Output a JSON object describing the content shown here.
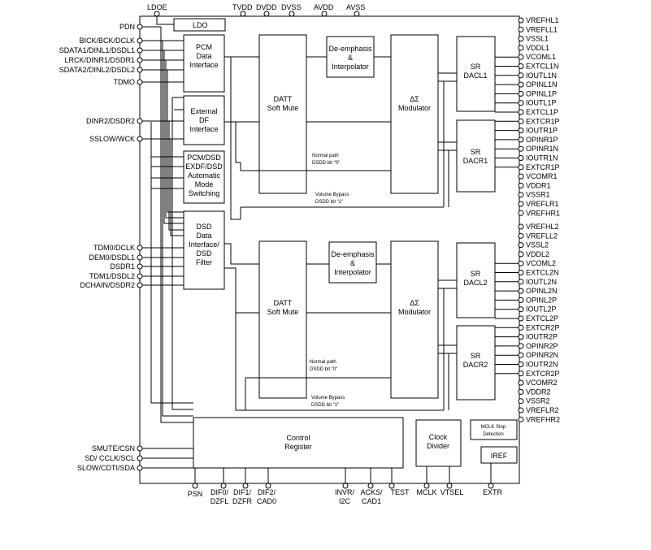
{
  "top_pins": [
    "LDOE",
    "TVDD",
    "DVDD",
    "DVSS",
    "AVDD",
    "AVSS"
  ],
  "left_pins": [
    "PDN",
    "BICK/BCK/DCLK",
    "SDATA1/DINL1/DSDL1",
    "LRCK/DINR1/DSDR1",
    "SDATA2/DINL2/DSDL2",
    "TDMO",
    "DINR2/DSDR2",
    "SSLOW/WCK",
    "TDM0/DCLK",
    "DEM0/DSDL1",
    "DSDR1",
    "TDM1/DSDL2",
    "DCHAIN/DSDR2",
    "SMUTE/CSN",
    "SD/ CCLK/SCL",
    "SLOW/CDTI/SDA"
  ],
  "right_pins_1": [
    "VREFHL1",
    "VREFLL1",
    "VSSL1",
    "VDDL1",
    "VCOML1",
    "EXTCL1N",
    "IOUTL1N",
    "OPINL1N",
    "OPINL1P",
    "IOUTL1P",
    "EXTCL1P",
    "EXTCR1P",
    "IOUTR1P",
    "OPINR1P",
    "OPINR1N",
    "IOUTR1N",
    "EXTCR1P",
    "VCOMR1",
    "VDDR1",
    "VSSR1",
    "VREFLR1",
    "VREFHR1"
  ],
  "right_pins_2": [
    "VREFHL2",
    "VREFLL2",
    "VSSL2",
    "VDDL2",
    "VCOML2",
    "EXTCL2N",
    "IOUTL2N",
    "OPINL2N",
    "OPINL2P",
    "IOUTL2P",
    "EXTCL2P",
    "EXTCR2P",
    "IOUTR2P",
    "OPINR2P",
    "OPINR2N",
    "IOUTR2N",
    "EXTCR2P",
    "VCOMR2",
    "VDDR2",
    "VSSR2",
    "VREFLR2",
    "VREFHR2"
  ],
  "bottom_pins": {
    "psn": "PSN",
    "dif0": [
      "DIF0/",
      "DZFL"
    ],
    "dif1": [
      "DIF1/",
      "DZFR"
    ],
    "dif2": [
      "DIF2/",
      "CAD0"
    ],
    "invr": [
      "INVR/",
      "I2C"
    ],
    "acks": [
      "ACKS/",
      "CAD1"
    ],
    "test": "TEST",
    "mclk": "MCLK",
    "vtsel": "VTSEL",
    "extr": "EXTR"
  },
  "blocks": {
    "ldo": "LDO",
    "pcm": [
      "PCM",
      "Data",
      "Interface"
    ],
    "extdf": [
      "External",
      "DF",
      "Interface"
    ],
    "auto": [
      "PCM/DSD",
      "EXDF/DSD",
      "Automatic",
      "Mode",
      "Switching"
    ],
    "dsd": [
      "DSD",
      "Data",
      "Interface/",
      "DSD",
      "Filter"
    ],
    "datt": [
      "DATT",
      "Soft Mute"
    ],
    "deemph": [
      "De-emphasis",
      "&",
      "Interpolator"
    ],
    "mod": [
      "ΔΣ",
      "Modulator"
    ],
    "dacl1": [
      "SR",
      "DACL1"
    ],
    "dacr1": [
      "SR",
      "DACR1"
    ],
    "dacl2": [
      "SR",
      "DACL2"
    ],
    "dacr2": [
      "SR",
      "DACR2"
    ],
    "control": [
      "Control",
      "Register"
    ],
    "clock": [
      "Clock",
      "Divider"
    ],
    "mclkstop": [
      "MCLK Stop",
      "Detection"
    ],
    "iref": "IREF"
  },
  "annotations": {
    "normal_path": "Normal path",
    "dsdd0": "DSDD bit \"0\"",
    "vol_bypass": "Volume Bypass",
    "dsdd1": "DSDD bit \"1\""
  }
}
